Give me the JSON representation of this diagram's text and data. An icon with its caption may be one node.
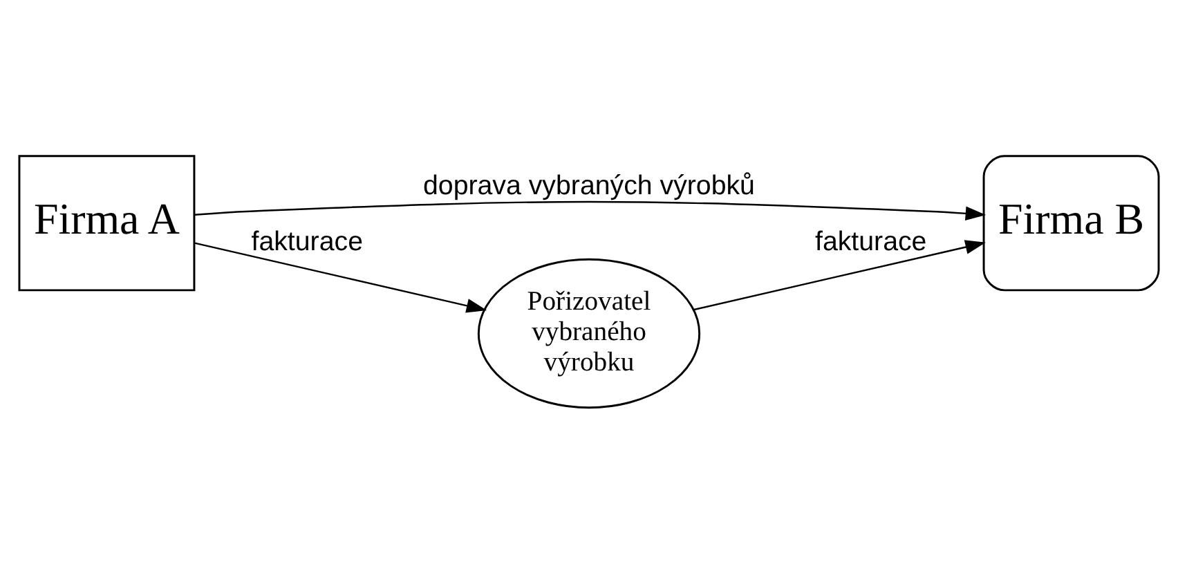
{
  "diagram": {
    "nodes": [
      {
        "text": [
          "Firma A"
        ]
      },
      {
        "text": [
          "Firma B"
        ]
      },
      {
        "text": [
          "Pořizovatel vybraného výrobku"
        ]
      }
    ],
    "edges": [
      {
        "from": 0,
        "to": 1,
        "arrow": "to",
        "label": "doprava vybraných výrobků"
      },
      {
        "from": 0,
        "to": 2,
        "arrow": "to",
        "label": "fakturace"
      },
      {
        "from": 2,
        "to": 1,
        "arrow": "to",
        "label": "fakturace"
      }
    ]
  }
}
